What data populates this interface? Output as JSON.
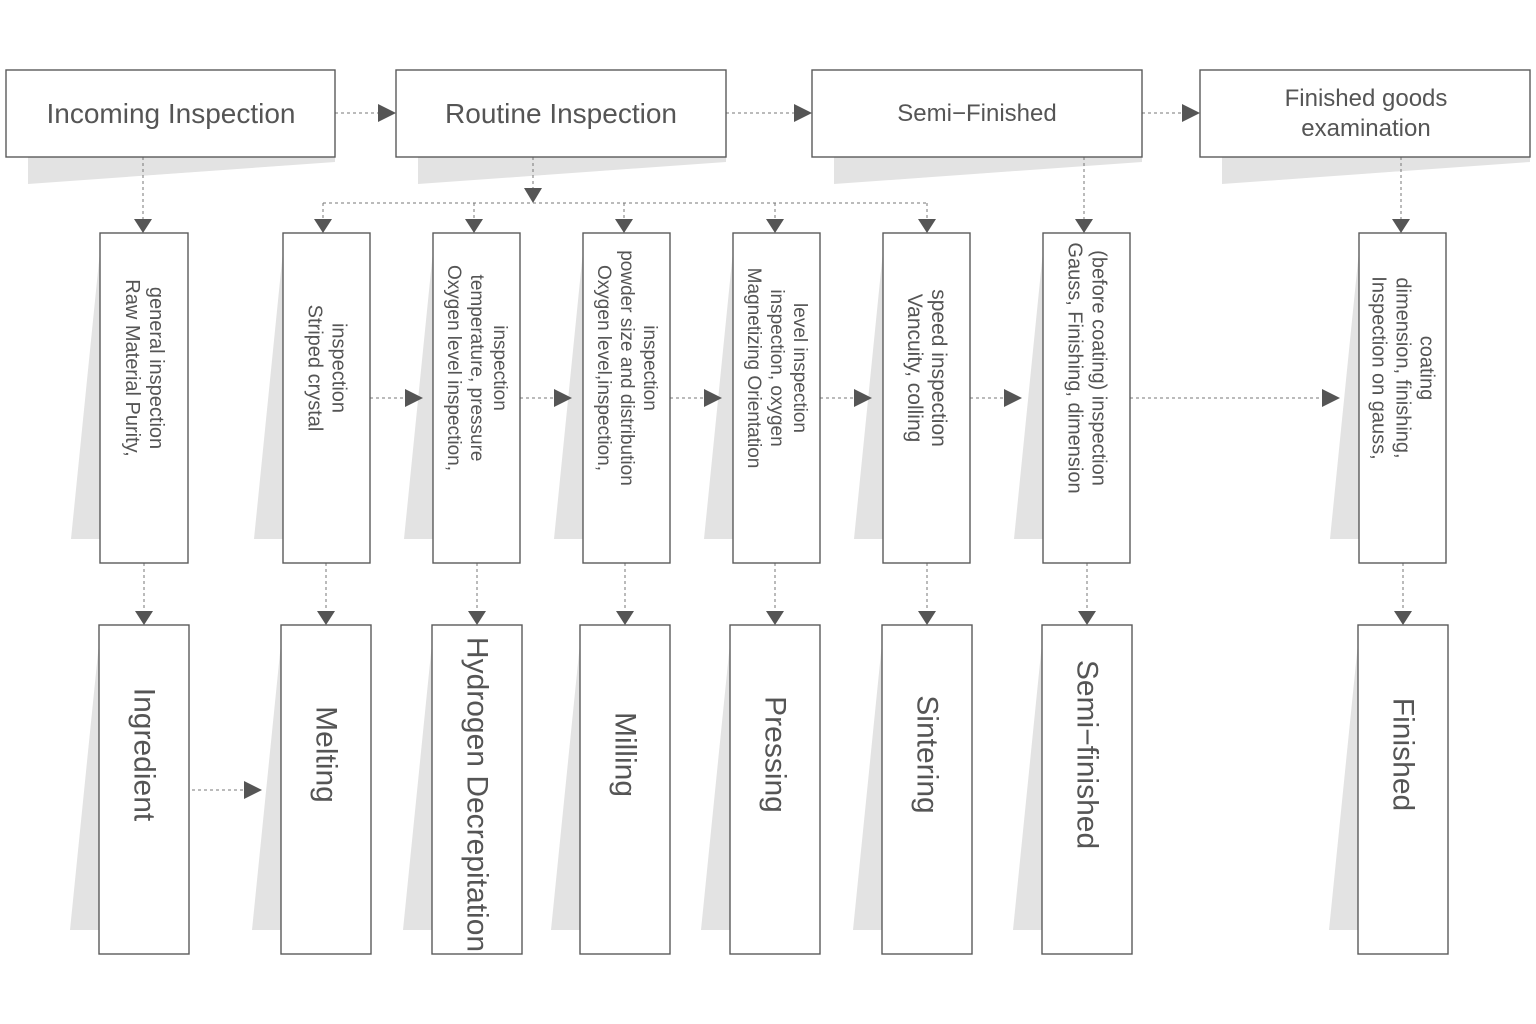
{
  "stages": [
    {
      "key": "incoming",
      "label": [
        "Incoming Inspection"
      ]
    },
    {
      "key": "routine",
      "label": [
        "Routine Inspection"
      ]
    },
    {
      "key": "semi",
      "label": [
        "Semi−Finished"
      ]
    },
    {
      "key": "finished",
      "label": [
        "Finished goods",
        "examination"
      ]
    }
  ],
  "inspections": [
    {
      "key": "raw-material",
      "lines": [
        "Raw Material Purity,",
        "general inspection"
      ]
    },
    {
      "key": "striped-crystal",
      "lines": [
        "Striped crystal",
        "inspection"
      ]
    },
    {
      "key": "oxygen-temperature",
      "lines": [
        "Oxygen level inspection,",
        "temperature, pressure",
        "inspection"
      ]
    },
    {
      "key": "oxygen-powder",
      "lines": [
        "Oxygen level,inspection,",
        "powder size and distribution",
        "inspection"
      ]
    },
    {
      "key": "magnetizing",
      "lines": [
        "Magnetizing Orientation",
        "inspection, oxygen",
        "level inspection"
      ]
    },
    {
      "key": "vancuity",
      "lines": [
        "Vancuity, colling",
        "speed inspection"
      ]
    },
    {
      "key": "gauss-finishing",
      "lines": [
        "Gauss, Finishing, dimension",
        "(before coating) inspection"
      ]
    },
    {
      "key": "gauss-coating",
      "lines": [
        "Inspection on gauss,",
        "dimension, finishing,",
        "coating"
      ]
    }
  ],
  "processes": [
    {
      "key": "ingredient",
      "label": "Ingredient"
    },
    {
      "key": "melting",
      "label": "Melting"
    },
    {
      "key": "hydrogen",
      "label": "Hydrogen Decrepitation"
    },
    {
      "key": "milling",
      "label": "Milling"
    },
    {
      "key": "pressing",
      "label": "Pressing"
    },
    {
      "key": "sintering",
      "label": "Sintering"
    },
    {
      "key": "semi-finished",
      "label": "Semi−finished"
    },
    {
      "key": "finished",
      "label": "Finished"
    }
  ]
}
